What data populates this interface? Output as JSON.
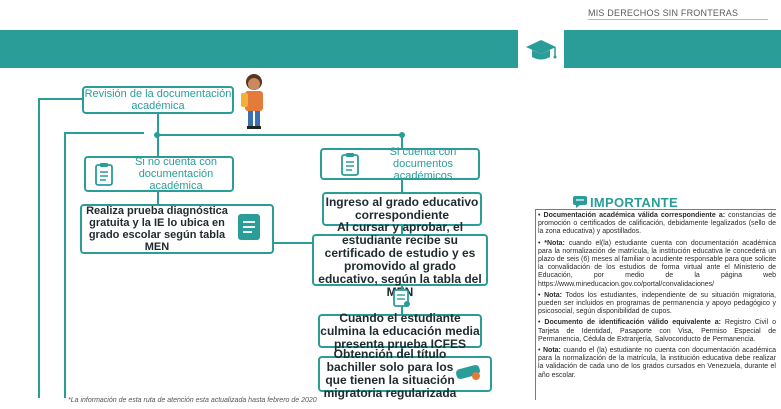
{
  "header": {
    "brand": "MIS DERECHOS SIN FRONTERAS"
  },
  "flow": {
    "start": "Revisión de la documentación académica",
    "no_docs": "Si no cuenta con documentación académica",
    "no_docs_step": "Realiza prueba diagnóstica gratuita y la IE lo ubica en grado escolar según tabla MEN",
    "has_docs": "Si cuenta con documentos académicos",
    "ingreso": "Ingreso al grado educativo correspondiente",
    "cursar": "Al cursar y aprobar, el estudiante recibe su certificado de estudio y es promovido al grado educativo, según la tabla del MEN",
    "culmina": "Cuando el estudiante culmina la educación media presenta prueba ICFES",
    "titulo": "Obtención del título bachiller solo para los que tienen la situación migratoria regularizada"
  },
  "important": {
    "title": "IMPORTANTE",
    "items": [
      {
        "lead": "Documentación académica válida correspondiente a:",
        "text": " constancias de promoción o certificados de calificación, debidamente legalizados (sello de la zona educativa) y apostillados."
      },
      {
        "lead": "*Nota:",
        "text": " cuando el(la) estudiante cuenta con documentación académica para la normalización de matrícula, la institución educativa le concederá un plazo de seis (6) meses al familiar o acudiente responsable para que solicite la convalidación de los estudios de forma virtual ante el Ministerio de Educación, por medio de la página web https://www.mineducacion.gov.co/portal/convalidaciones/"
      },
      {
        "lead": "Nota:",
        "text": " Todos los estudiantes, independiente de su situación migratoria, pueden ser incluidos en programas de permanencia y apoyo pedagógico y psicosocial, según disponibilidad de cupos."
      },
      {
        "lead": "Documento de identificación válido equivalente a:",
        "text": " Registro Civil o Tarjeta de Identidad, Pasaporte con Visa, Permiso Especial de Permanencia, Cédula de Extranjería, Salvoconducto de Permanencia."
      },
      {
        "lead": "Nota:",
        "text": " cuando el (la) estudiante no cuenta con documentación académica para la normalización de la matrícula, la institución educativa debe realizar la validación de cada uno de los grados cursados en Venezuela, durante el año escolar."
      }
    ]
  },
  "footnote": "*La información de esta ruta de atención esta actualizada hasta febrero de 2020",
  "colors": {
    "teal": "#2a9d99",
    "text_dark": "#1f2a2e"
  },
  "icons": [
    "graduation-cap-icon",
    "student-illustration",
    "clipboard-icon",
    "document-icon",
    "certificate-icon",
    "diploma-icon",
    "chat-bubble-icon"
  ]
}
